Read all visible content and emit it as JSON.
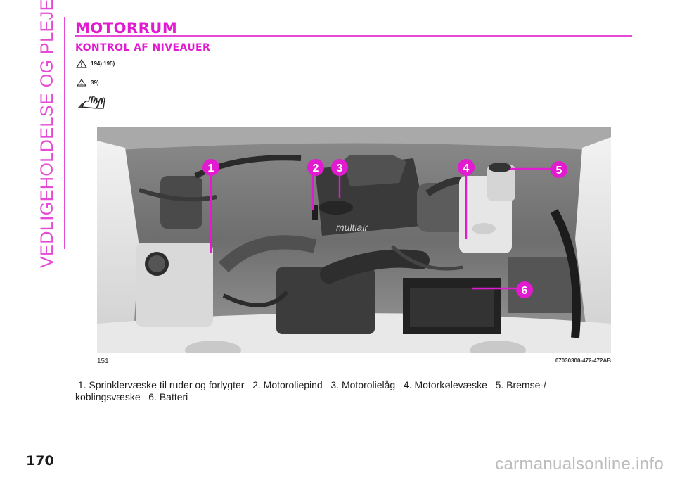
{
  "sidebar": {
    "chapter": "VEDLIGEHOLDELSE OG PLEJE"
  },
  "header": {
    "title": "MOTORRUM",
    "subtitle": "KONTROL AF NIVEAUER"
  },
  "warnings": [
    {
      "icon": "warning-triangle-icon",
      "refs": "194) 195)"
    },
    {
      "icon": "important-note-icon",
      "refs": "39)"
    }
  ],
  "environment_icon": "gloves-environment-icon",
  "figure": {
    "code_left": "151",
    "code_right": "07030300-472-472AB",
    "callouts": [
      {
        "number": "1"
      },
      {
        "number": "2"
      },
      {
        "number": "3"
      },
      {
        "number": "4"
      },
      {
        "number": "5"
      },
      {
        "number": "6"
      }
    ],
    "cover_text": "multiair",
    "callout_color": "#e21bd0"
  },
  "caption": {
    "line1": " 1. Sprinklervæske til ruder og forlygter   2. Motoroliepind   3. Motorolielåg   4. Motorkølevæske   5. Bremse-/",
    "line2": "koblingsvæske   6. Batteri"
  },
  "page_number": "170",
  "watermark": "carmanualsonline.info"
}
